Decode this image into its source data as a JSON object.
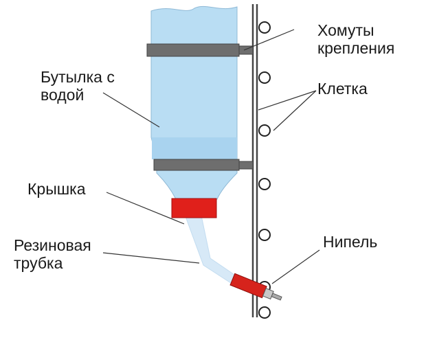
{
  "labels": {
    "clamps_line1": "Хомуты",
    "clamps_line2": "крепления",
    "bottle_line1": "Бутылка с",
    "bottle_line2": "водой",
    "cage": "Клетка",
    "cap": "Крышка",
    "tube_line1": "Резиновая",
    "tube_line2": "трубка",
    "nipple": "Нипель"
  },
  "colors": {
    "bottle": "#b9ddf3",
    "bottle_water": "#a9d3ef",
    "clamp": "#6e6e6e",
    "cap": "#e0201b",
    "tube": "#d7e9f7",
    "nipple": "#d6231c",
    "cage_line": "#444444"
  }
}
